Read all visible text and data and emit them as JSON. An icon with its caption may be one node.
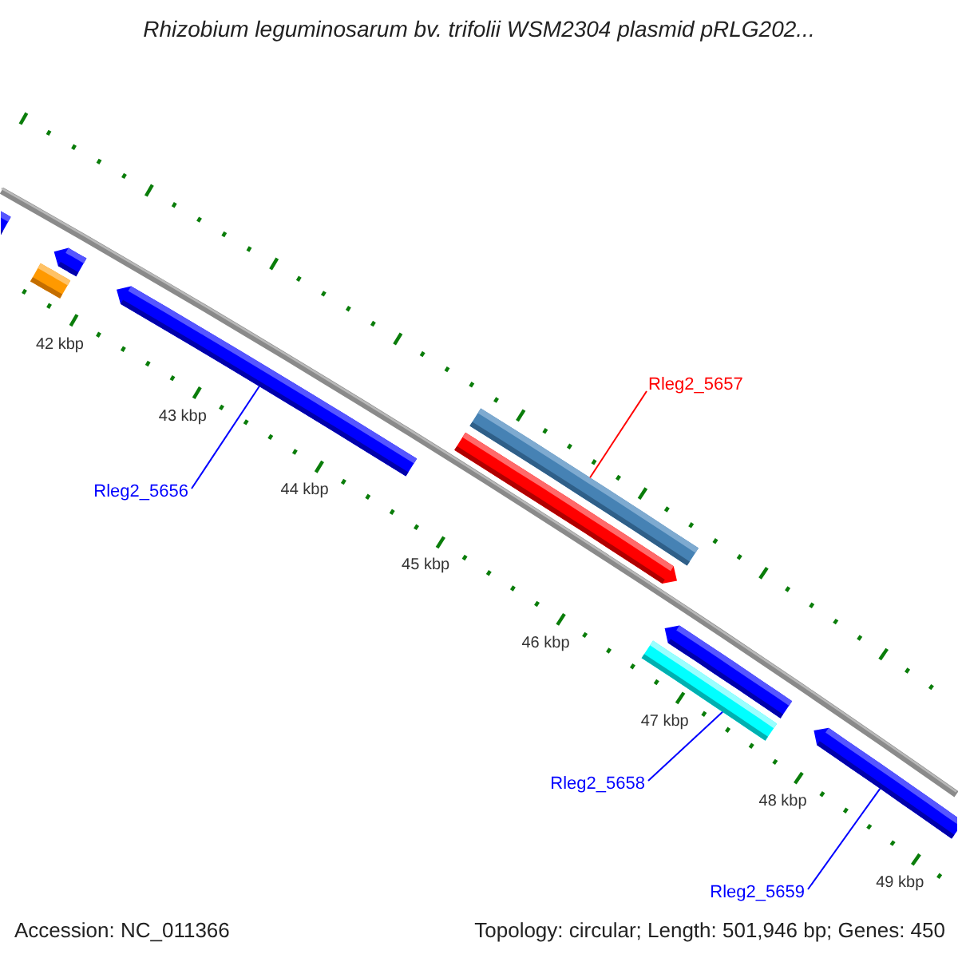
{
  "diagram": {
    "title": "Rhizobium leguminosarum bv. trifolii WSM2304 plasmid pRLG202...",
    "nodes": [
      {
        "text": [],
        "shape": "bar"
      },
      {
        "text": [
          "Rleg2_5657"
        ]
      },
      {
        "text": [],
        "shape": "bar"
      },
      {
        "text": [
          "Rleg2_5656"
        ]
      },
      {
        "text": [],
        "shape": "bar"
      },
      {
        "text": [],
        "shape": "bar"
      },
      {
        "text": [
          "Rleg2_5658"
        ]
      },
      {
        "text": [
          "Rleg2_5659"
        ]
      }
    ],
    "edges": [
      {
        "from": 1,
        "to": 2,
        "arrow": "none",
        "color": "#ff0000"
      },
      {
        "from": 3,
        "to": 0,
        "arrow": "none"
      },
      {
        "from": 6,
        "to": 4,
        "arrow": "none"
      },
      {
        "from": 7,
        "to": 5,
        "arrow": "none"
      }
    ],
    "labels": [
      "42 kbp",
      "43 kbp",
      "44 kbp",
      "45 kbp",
      "46 kbp",
      "47 kbp",
      "48 kbp",
      "49 kbp",
      "Accession: NC_011366",
      "Topology: circular; Length: 501,946 bp; Genes: 450"
    ]
  }
}
